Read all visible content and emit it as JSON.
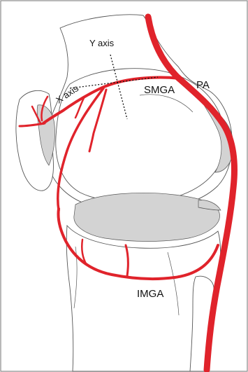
{
  "labels": {
    "y_axis": "Y axis",
    "x_axis": "X axis",
    "smga": "SMGA",
    "pa": "PA",
    "imga": "IMGA"
  },
  "colors": {
    "artery": "#e0232b",
    "cartilage": "#d3d3d3",
    "outline": "#555555",
    "frame": "#8a8a8a",
    "axis": "#111111"
  }
}
